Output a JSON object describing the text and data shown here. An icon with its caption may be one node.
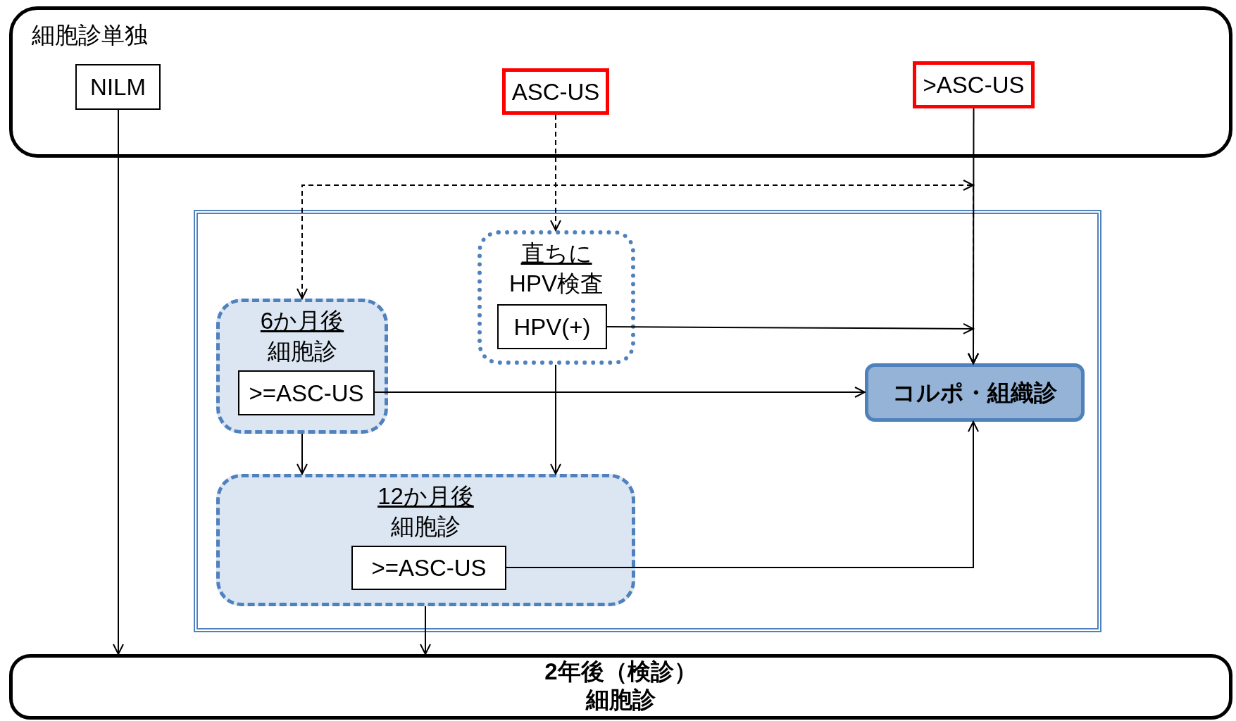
{
  "diagram": {
    "nodes": [
      {
        "text": [
          "細胞診単独"
        ]
      },
      {
        "text": [
          "NILM"
        ],
        "in": 0
      },
      {
        "text": [
          "ASC-US"
        ],
        "in": 0
      },
      {
        "text": [
          ">ASC-US"
        ],
        "in": 0
      },
      {
        "text": [],
        "shape": "box"
      },
      {
        "text": [
          "直ちに",
          "HPV検査"
        ],
        "in": 4
      },
      {
        "text": [
          "HPV(+)"
        ],
        "in": 5
      },
      {
        "text": [
          "6か月後",
          "細胞診"
        ],
        "in": 4
      },
      {
        "text": [
          ">=ASC-US"
        ],
        "in": 7
      },
      {
        "text": [
          "コルポ・組織診"
        ],
        "in": 4
      },
      {
        "text": [
          "12か月後",
          "細胞診"
        ],
        "in": 4
      },
      {
        "text": [
          ">=ASC-US"
        ],
        "in": 10
      },
      {
        "text": [
          "2年後（検診）",
          "細胞診"
        ]
      }
    ],
    "edges": [
      {
        "from": 1,
        "to": 12,
        "arrow": "to"
      },
      {
        "from": 2,
        "to": 5,
        "arrow": "to",
        "style": "dashed"
      },
      {
        "from": 2,
        "to": 7,
        "arrow": "to",
        "style": "dashed"
      },
      {
        "from": 2,
        "to": 9,
        "arrow": "to",
        "style": "dashed"
      },
      {
        "from": 3,
        "to": 9,
        "arrow": "to"
      },
      {
        "from": 6,
        "to": 9,
        "arrow": "to"
      },
      {
        "from": 8,
        "to": 9,
        "arrow": "to"
      },
      {
        "from": 7,
        "to": 10,
        "arrow": "to"
      },
      {
        "from": 5,
        "to": 10,
        "arrow": "to"
      },
      {
        "from": 11,
        "to": 9,
        "arrow": "to"
      },
      {
        "from": 10,
        "to": 12,
        "arrow": "to"
      }
    ]
  }
}
